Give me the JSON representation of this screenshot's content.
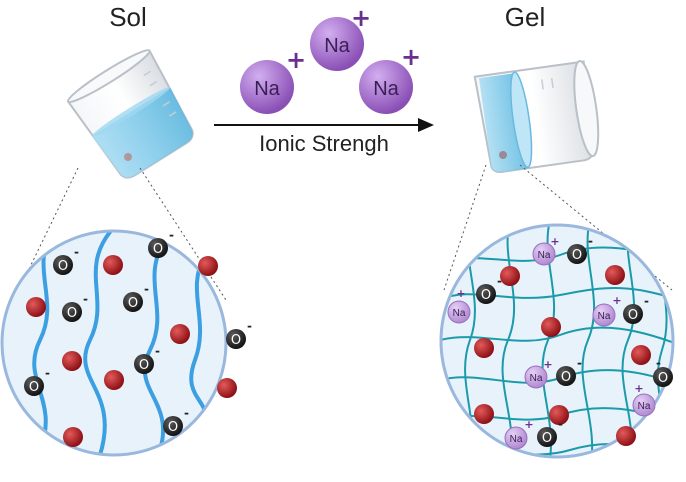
{
  "labels": {
    "sol": "Sol",
    "gel": "Gel",
    "arrow": "Ionic Strengh",
    "ion_symbol": "Na",
    "ion_charge": "+",
    "oxygen_symbol": "O",
    "oxygen_charge": "-"
  },
  "colors": {
    "liquid": "#7cc9ec",
    "circle_fill": "#eaf3fb",
    "circle_stroke": "#9ab8dd",
    "polymer_strand": "#3aa0e0",
    "network_strand": "#1b9aaa",
    "red_particle": "#b01f24",
    "oxygen_ion": "#222222",
    "sodium_ion": "#b98ad6",
    "arrow": "#111111"
  },
  "icons": [
    "pouring-beaker-icon",
    "tilted-beaker-icon",
    "arrow-right-icon"
  ]
}
